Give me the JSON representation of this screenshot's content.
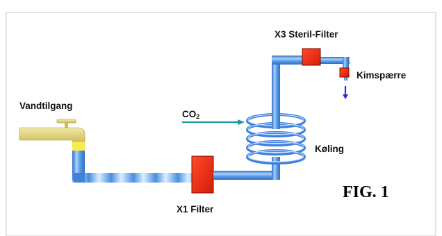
{
  "labels": {
    "water_supply": "Vandtilgang",
    "co2_main": "CO",
    "co2_sub": "2",
    "sterile_filter": "X3 Steril-Filter",
    "check_valve": "Kimspærre",
    "cooling": "Køling",
    "filter": "X1 Filter",
    "figure": "FIG. 1"
  },
  "colors": {
    "pipe": "#5a9ee6",
    "pipe_highlight": "#d7ebff",
    "coil": "#4f8fe6",
    "filter_fill": "#ee2a12",
    "filter_border": "#7a0c00",
    "tap": "#e6d77e",
    "tap_outlet": "#f6ea4e",
    "co2_arrow": "#1a9a96",
    "flow_arrow": "#2b2bd6",
    "frame": "#c8c8c8"
  },
  "icons": {
    "tap": "water-tap-icon",
    "flow_arrow": "arrow-down-icon",
    "co2_arrow": "arrow-right-icon"
  }
}
